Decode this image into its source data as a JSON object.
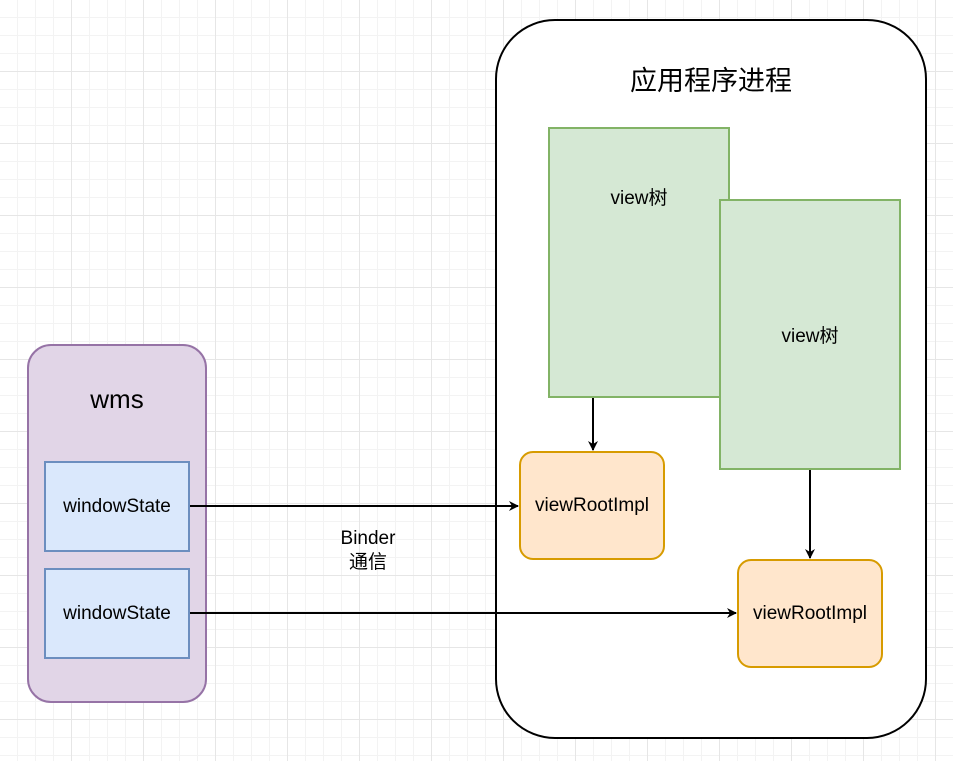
{
  "diagram": {
    "process_container": {
      "title": "应用程序进程"
    },
    "wms_container": {
      "title": "wms"
    },
    "window_states": [
      {
        "label": "windowState"
      },
      {
        "label": "windowState"
      }
    ],
    "view_trees": [
      {
        "label": "view树"
      },
      {
        "label": "view树"
      }
    ],
    "view_root_impls": [
      {
        "label": "viewRootImpl"
      },
      {
        "label": "viewRootImpl"
      }
    ],
    "edge_label": {
      "line1": "Binder",
      "line2": "通信"
    },
    "colors": {
      "wms_fill": "#e1d5e7",
      "wms_stroke": "#9673a6",
      "window_state_fill": "#dae8fc",
      "window_state_stroke": "#6c8ebf",
      "view_tree_fill": "#d5e8d4",
      "view_tree_stroke": "#82b366",
      "view_root_impl_fill": "#ffe6cc",
      "view_root_impl_stroke": "#d79b00",
      "edge": "#000000"
    }
  }
}
